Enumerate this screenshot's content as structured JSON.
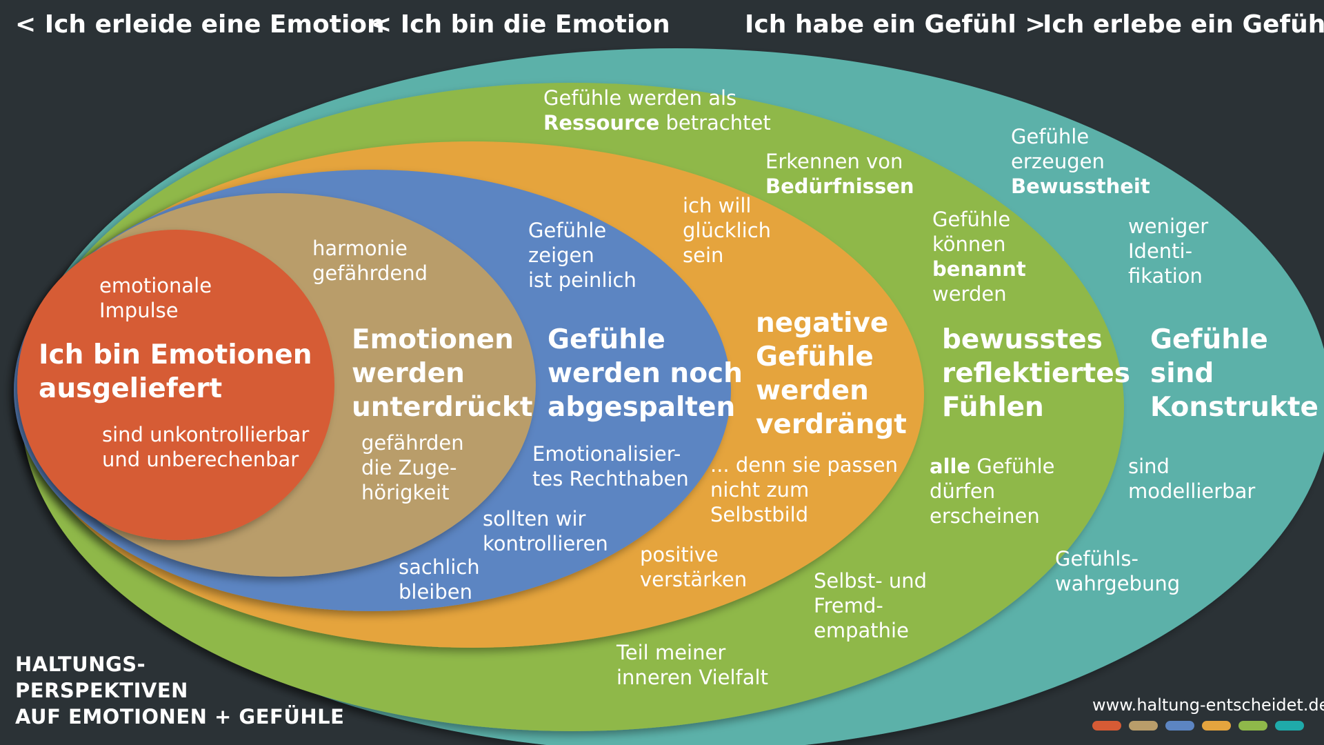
{
  "header": {
    "h1": "< Ich erleide eine Emotion",
    "h2": "< Ich bin die Emotion",
    "h3": "Ich habe ein Gefühl >",
    "h4": "Ich erlebe ein Gefühl >"
  },
  "colors": {
    "background": "#2b3236",
    "teal": "#5bb1a9",
    "green": "#8fb84a",
    "orange": "#e5a43e",
    "blue": "#5c85c2",
    "tan": "#b99d6a",
    "red": "#d65b35"
  },
  "red": {
    "top": [
      "emotionale",
      "Impulse"
    ],
    "main": [
      "Ich bin Emotionen",
      "ausgeliefert"
    ],
    "bottom": [
      "sind unkontrollierbar",
      "und unberechenbar"
    ]
  },
  "tan": {
    "top": [
      "harmonie",
      "gefährdend"
    ],
    "main": [
      "Emotionen",
      "werden",
      "unterdrückt"
    ],
    "bottom": [
      "gefährden",
      "die Zuge-",
      "hörigkeit"
    ],
    "low": [
      "sachlich",
      "bleiben"
    ]
  },
  "blue": {
    "top": [
      "Gefühle",
      "zeigen",
      "ist peinlich"
    ],
    "main": [
      "Gefühle",
      "werden noch",
      "abgespalten"
    ],
    "bottom": [
      "Emotionalisier-",
      "tes Rechthaben"
    ],
    "low": [
      "sollten wir",
      "kontrollieren"
    ]
  },
  "orange": {
    "top": [
      "ich will",
      "glücklich",
      "sein"
    ],
    "main": [
      "negative",
      "Gefühle",
      "werden",
      "verdrängt"
    ],
    "bottom": [
      "... denn sie passen",
      "nicht zum",
      "Selbstbild"
    ],
    "low": [
      "positive",
      "verstärken"
    ]
  },
  "green": {
    "top1_line1": "Gefühle werden als",
    "top1_bold": "Ressource",
    "top1_rest": " betrachtet",
    "top2_line1": "Erkennen von",
    "top2_bold": "Bedürfnissen",
    "mid_a": "Gefühle",
    "mid_b": "können",
    "mid_bold": "benannt",
    "mid_c": "werden",
    "main": [
      "bewusstes",
      "reflektiertes",
      "Fühlen"
    ],
    "bottom_bold": "alle",
    "bottom_rest": " Gefühle",
    "bottom_b": "dürfen",
    "bottom_c": "erscheinen",
    "low": [
      "Selbst- und",
      "Fremd-",
      "empathie"
    ],
    "lowest": [
      "Teil meiner",
      "inneren Vielfalt"
    ]
  },
  "teal": {
    "top_a": "Gefühle",
    "top_b": "erzeugen",
    "top_bold": "Bewusstheit",
    "top2": [
      "weniger",
      "Identi-",
      "fikation"
    ],
    "main": [
      "Gefühle",
      "sind",
      "Konstrukte"
    ],
    "bottom": [
      "sind",
      "modellierbar"
    ],
    "low": [
      "Gefühls-",
      "wahrgebung"
    ]
  },
  "footer": {
    "title": [
      "HALTUNGS-",
      "PERSPEKTIVEN",
      "AUF EMOTIONEN + GEFÜHLE"
    ],
    "url": "www.haltung-entscheidet.de"
  }
}
